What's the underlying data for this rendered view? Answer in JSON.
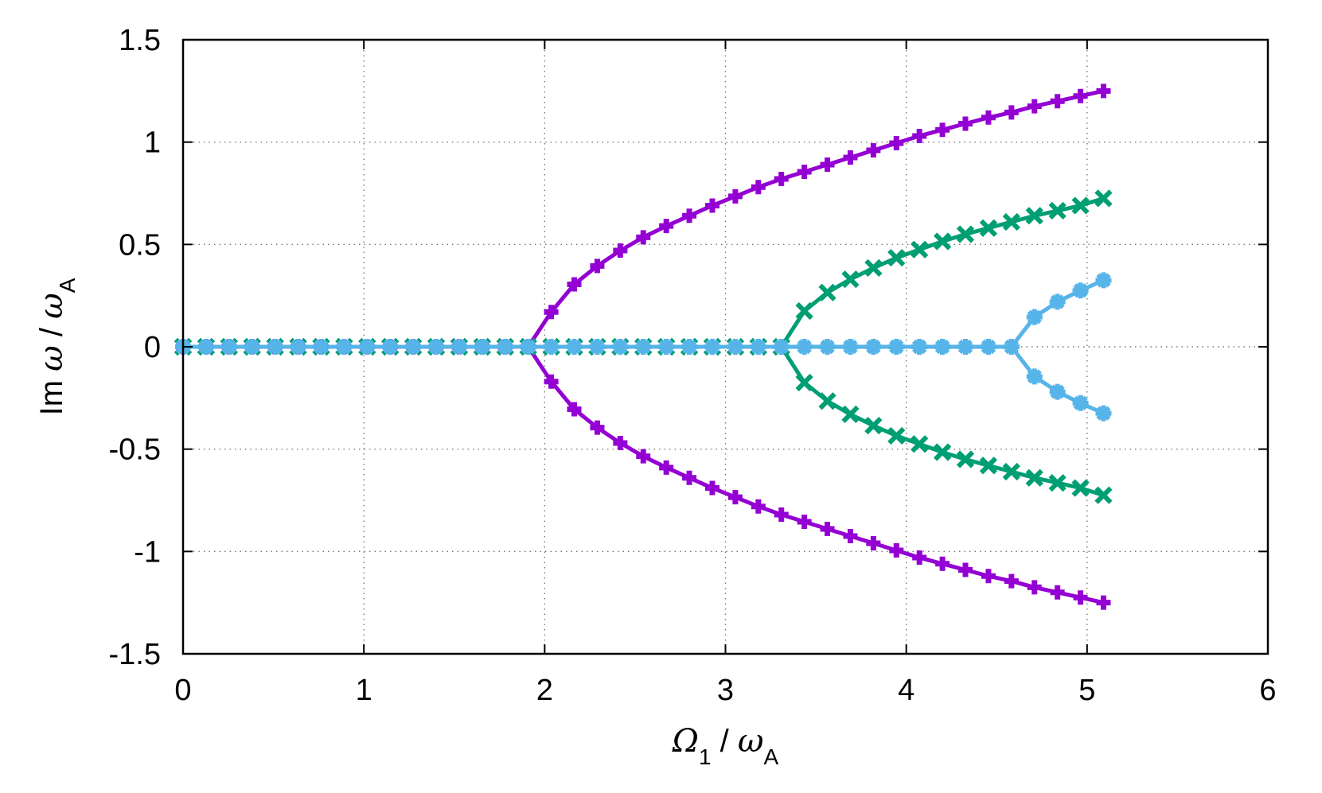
{
  "chart_data": {
    "type": "line",
    "xlabel": {
      "sym": "Ω",
      "sub": "1",
      "sep": " / ",
      "den": "ω",
      "den_sub": "A"
    },
    "ylabel": {
      "pre": "Im ",
      "sym": "ω",
      "sep": " / ",
      "den": "ω",
      "den_sub": "A"
    },
    "xlim": [
      0,
      6
    ],
    "ylim": [
      -1.5,
      1.5
    ],
    "xticks": [
      0,
      1,
      2,
      3,
      4,
      5,
      6
    ],
    "yticks": [
      -1.5,
      -1,
      -0.5,
      0,
      0.5,
      1,
      1.5
    ],
    "xtick_labels": [
      "0",
      "1",
      "2",
      "3",
      "4",
      "5",
      "6"
    ],
    "ytick_labels": [
      "-1.5",
      "-1",
      "-0.5",
      "0",
      "0.5",
      "1",
      "1.5"
    ],
    "grid": true,
    "legend": "none",
    "x": [
      0,
      0.12727,
      0.25455,
      0.38182,
      0.50909,
      0.63636,
      0.76364,
      0.89091,
      1.01818,
      1.14545,
      1.27273,
      1.4,
      1.52727,
      1.65455,
      1.78182,
      1.90909,
      2.03636,
      2.16364,
      2.29091,
      2.41818,
      2.54545,
      2.67273,
      2.8,
      2.92727,
      3.05455,
      3.18182,
      3.30909,
      3.43636,
      3.56364,
      3.69091,
      3.81818,
      3.94545,
      4.07273,
      4.2,
      4.32727,
      4.45455,
      4.58182,
      4.70909,
      4.83636,
      4.96364,
      5.09091
    ],
    "series": [
      {
        "color": "#9400d3",
        "marker": "plus",
        "values": [
          0,
          0,
          0,
          0,
          0,
          0,
          0,
          0,
          0,
          0,
          0,
          0,
          0,
          0,
          0,
          0,
          0.17,
          0.305,
          0.395,
          0.47,
          0.535,
          0.59,
          0.64,
          0.69,
          0.735,
          0.78,
          0.82,
          0.855,
          0.89,
          0.925,
          0.96,
          0.995,
          1.03,
          1.06,
          1.09,
          1.12,
          1.145,
          1.175,
          1.2,
          1.225,
          1.25
        ]
      },
      {
        "color": "#9400d3",
        "marker": "plus",
        "values": [
          0,
          0,
          0,
          0,
          0,
          0,
          0,
          0,
          0,
          0,
          0,
          0,
          0,
          0,
          0,
          0,
          -0.17,
          -0.305,
          -0.395,
          -0.47,
          -0.535,
          -0.59,
          -0.64,
          -0.69,
          -0.735,
          -0.78,
          -0.82,
          -0.855,
          -0.89,
          -0.925,
          -0.96,
          -0.995,
          -1.03,
          -1.06,
          -1.09,
          -1.12,
          -1.145,
          -1.175,
          -1.2,
          -1.225,
          -1.25
        ]
      },
      {
        "color": "#009e73",
        "marker": "cross",
        "values": [
          0,
          0,
          0,
          0,
          0,
          0,
          0,
          0,
          0,
          0,
          0,
          0,
          0,
          0,
          0,
          0,
          0,
          0,
          0,
          0,
          0,
          0,
          0,
          0,
          0,
          0,
          0,
          0.175,
          0.265,
          0.33,
          0.385,
          0.435,
          0.475,
          0.515,
          0.55,
          0.58,
          0.61,
          0.64,
          0.665,
          0.69,
          0.725
        ]
      },
      {
        "color": "#009e73",
        "marker": "cross",
        "values": [
          0,
          0,
          0,
          0,
          0,
          0,
          0,
          0,
          0,
          0,
          0,
          0,
          0,
          0,
          0,
          0,
          0,
          0,
          0,
          0,
          0,
          0,
          0,
          0,
          0,
          0,
          0,
          -0.175,
          -0.265,
          -0.33,
          -0.385,
          -0.435,
          -0.475,
          -0.515,
          -0.55,
          -0.58,
          -0.61,
          -0.64,
          -0.665,
          -0.69,
          -0.725
        ]
      },
      {
        "color": "#56b4e9",
        "marker": "star",
        "values": [
          0,
          0,
          0,
          0,
          0,
          0,
          0,
          0,
          0,
          0,
          0,
          0,
          0,
          0,
          0,
          0,
          0,
          0,
          0,
          0,
          0,
          0,
          0,
          0,
          0,
          0,
          0,
          0,
          0,
          0,
          0,
          0,
          0,
          0,
          0,
          0,
          0,
          0.145,
          0.22,
          0.275,
          0.325
        ]
      },
      {
        "color": "#56b4e9",
        "marker": "star",
        "values": [
          0,
          0,
          0,
          0,
          0,
          0,
          0,
          0,
          0,
          0,
          0,
          0,
          0,
          0,
          0,
          0,
          0,
          0,
          0,
          0,
          0,
          0,
          0,
          0,
          0,
          0,
          0,
          0,
          0,
          0,
          0,
          0,
          0,
          0,
          0,
          0,
          0,
          -0.145,
          -0.22,
          -0.275,
          -0.325
        ]
      }
    ]
  }
}
